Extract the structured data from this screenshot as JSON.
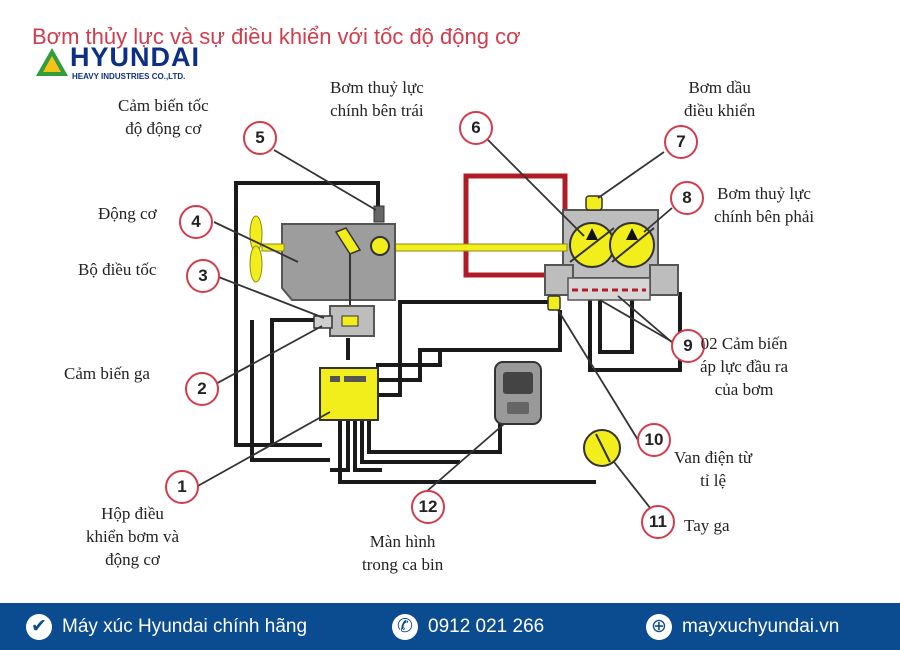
{
  "title": "Bơm thủy lực và sự điều khiển với tốc độ động cơ",
  "logo": {
    "brand": "HYUNDAI",
    "sub": "HEAVY INDUSTRIES CO.,LTD."
  },
  "colors": {
    "title": "#d23c4d",
    "brand": "#0d2f86",
    "footer": "#0b4b8f",
    "yellow": "#f2ee1c",
    "red_line": "#b01c25",
    "callout": "#d23c4d"
  },
  "callouts": [
    {
      "num": "1",
      "label": "Hộp điều\nkhiển bơm và\nđộng cơ"
    },
    {
      "num": "2",
      "label": "Cảm biến ga"
    },
    {
      "num": "3",
      "label": "Bộ điều tốc"
    },
    {
      "num": "4",
      "label": "Động cơ"
    },
    {
      "num": "5",
      "label": "Cảm biến tốc\nđộ động cơ"
    },
    {
      "num": "6",
      "label": "Bơm thuỷ lực\nchính bên trái"
    },
    {
      "num": "7",
      "label": "Bơm dầu\nđiều khiển"
    },
    {
      "num": "8",
      "label": "Bơm thuỷ lực\nchính bên phải"
    },
    {
      "num": "9",
      "label": "02 Cảm biến\náp lực đầu ra\ncủa bơm"
    },
    {
      "num": "10",
      "label": "Van điện từ\ntỉ lệ"
    },
    {
      "num": "11",
      "label": "Tay ga"
    },
    {
      "num": "12",
      "label": "Màn hình\ntrong ca bin"
    }
  ],
  "footer": {
    "item1": "Máy xúc Hyundai chính hãng",
    "item1_icon": "check-badge-icon",
    "item2": "0912 021 266",
    "item2_icon": "phone-icon",
    "item3": "mayxuchyundai.vn",
    "item3_icon": "globe-icon"
  }
}
